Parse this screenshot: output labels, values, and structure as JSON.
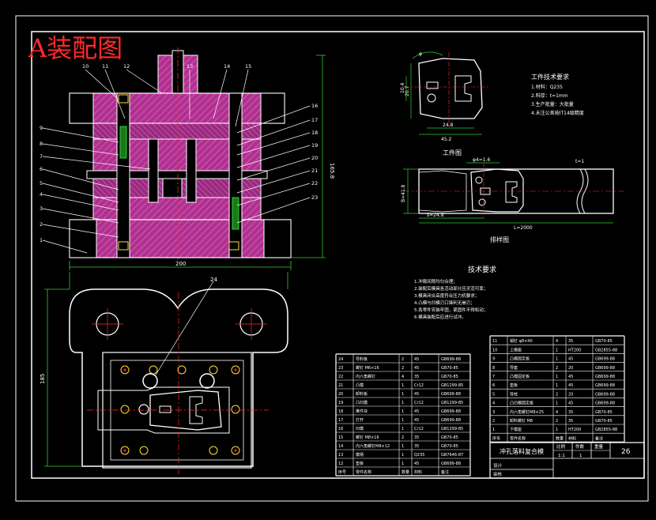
{
  "title": "A装配图",
  "colors": {
    "background": "#000000",
    "line": "#ffffff",
    "title": "#ff2a2a",
    "hatch": "#b0308f",
    "dimension": "#33cc33",
    "centerline": "#ff2a2a",
    "text": "#ffffff",
    "cyan": "#33dddd",
    "yellow": "#ffdd33"
  },
  "section_view": {
    "part_numbers_top": [
      "10",
      "11",
      "12",
      "13",
      "14",
      "15"
    ],
    "part_numbers_left": [
      "9",
      "8",
      "7",
      "6",
      "5",
      "4",
      "3",
      "2",
      "1"
    ],
    "part_numbers_right": [
      "16",
      "17",
      "18",
      "19",
      "20",
      "21",
      "22",
      "23"
    ],
    "width_dim": "200",
    "height_dim": "165.8"
  },
  "plan_view": {
    "callout": "24",
    "height_dim": "185"
  },
  "workpiece": {
    "label": "工件图",
    "dims": [
      "24.8",
      "45.2",
      "20.7",
      "10.4",
      "φ"
    ],
    "req_title": "工件技术要求",
    "reqs": [
      "1.材料：Q235",
      "2.料厚：t=1mm",
      "3.生产批量：大批量",
      "4.未注公差按IT14级精度"
    ]
  },
  "strip": {
    "label": "排样图",
    "dims": [
      "φ4=1.6",
      "t=1",
      "B=41.8",
      "s=24.8",
      "L=2000"
    ]
  },
  "tech_requirements": {
    "title": "技术要求",
    "items": [
      "1.冲裁间隙均匀合理；",
      "2.装配后模具各活动部分应灵活可靠；",
      "3.模具闭合高度符合压力机要求；",
      "4.凸模与凹模刃口锋利无崩刃；",
      "5.各零件安装牢固，紧固件不得松动；",
      "6.模具装配后应进行试冲。"
    ]
  },
  "bom_left": [
    {
      "no": "24",
      "name": "导料板",
      "qty": "2",
      "mat": "45",
      "std": "GB699-88"
    },
    {
      "no": "23",
      "name": "螺钉 M6×16",
      "qty": "2",
      "mat": "45",
      "std": "GB70-85"
    },
    {
      "no": "22",
      "name": "内六角螺钉",
      "qty": "4",
      "mat": "35",
      "std": "GB70-85"
    },
    {
      "no": "21",
      "name": "凸模",
      "qty": "1",
      "mat": "Cr12",
      "std": "GB1299-85"
    },
    {
      "no": "20",
      "name": "卸料板",
      "qty": "1",
      "mat": "45",
      "std": "GB699-88"
    },
    {
      "no": "19",
      "name": "凸凹模",
      "qty": "1",
      "mat": "Cr12",
      "std": "GB1299-85"
    },
    {
      "no": "18",
      "name": "推件块",
      "qty": "1",
      "mat": "45",
      "std": "GB699-88"
    },
    {
      "no": "17",
      "name": "打杆",
      "qty": "1",
      "mat": "45",
      "std": "GB699-88"
    },
    {
      "no": "16",
      "name": "凹模",
      "qty": "1",
      "mat": "Cr12",
      "std": "GB1299-85"
    },
    {
      "no": "15",
      "name": "螺钉 M8×16",
      "qty": "2",
      "mat": "35",
      "std": "GB70-85"
    },
    {
      "no": "14",
      "name": "内六角螺钉M8×12",
      "qty": "1",
      "mat": "35",
      "std": "GB70-85"
    },
    {
      "no": "13",
      "name": "模柄",
      "qty": "1",
      "mat": "Q235",
      "std": "GB7646-87"
    },
    {
      "no": "12",
      "name": "垫板",
      "qty": "1",
      "mat": "45",
      "std": "GB699-88"
    }
  ],
  "bom_left_header": [
    "序号",
    "零件名称",
    "数量",
    "材料",
    "备注"
  ],
  "bom_right": [
    {
      "no": "11",
      "name": "销钉 φ8×40",
      "qty": "4",
      "mat": "35",
      "std": "GB70-85"
    },
    {
      "no": "10",
      "name": "上模座",
      "qty": "1",
      "mat": "HT200",
      "std": "GB2855-88"
    },
    {
      "no": "9",
      "name": "凸模固定板",
      "qty": "1",
      "mat": "45",
      "std": "GB699-88"
    },
    {
      "no": "8",
      "name": "导套",
      "qty": "2",
      "mat": "20",
      "std": "GB699-88"
    },
    {
      "no": "7",
      "name": "凸模固定板",
      "qty": "1",
      "mat": "45",
      "std": "GB699-88"
    },
    {
      "no": "6",
      "name": "垫板",
      "qty": "1",
      "mat": "45",
      "std": "GB699-88"
    },
    {
      "no": "5",
      "name": "导柱",
      "qty": "2",
      "mat": "20",
      "std": "GB699-88"
    },
    {
      "no": "4",
      "name": "凸凹模固定板",
      "qty": "1",
      "mat": "45",
      "std": "GB699-88"
    },
    {
      "no": "3",
      "name": "内六角螺钉M8×25",
      "qty": "4",
      "mat": "35",
      "std": "GB70-85"
    },
    {
      "no": "2",
      "name": "卸料螺钉 M8",
      "qty": "2",
      "mat": "35",
      "std": "GB70-85"
    },
    {
      "no": "1",
      "name": "下模座",
      "qty": "1",
      "mat": "HT200",
      "std": "GB2855-88"
    }
  ],
  "bom_right_header": [
    "序号",
    "零件名称",
    "数量",
    "材料",
    "备注"
  ],
  "title_block": {
    "name": "冲孔落料复合模",
    "scale_label": "比例",
    "count_label": "件数",
    "weight_label": "重量",
    "scale": "1:1",
    "count": "1",
    "sheet": "26",
    "designer": "设计",
    "checker": "审核"
  }
}
